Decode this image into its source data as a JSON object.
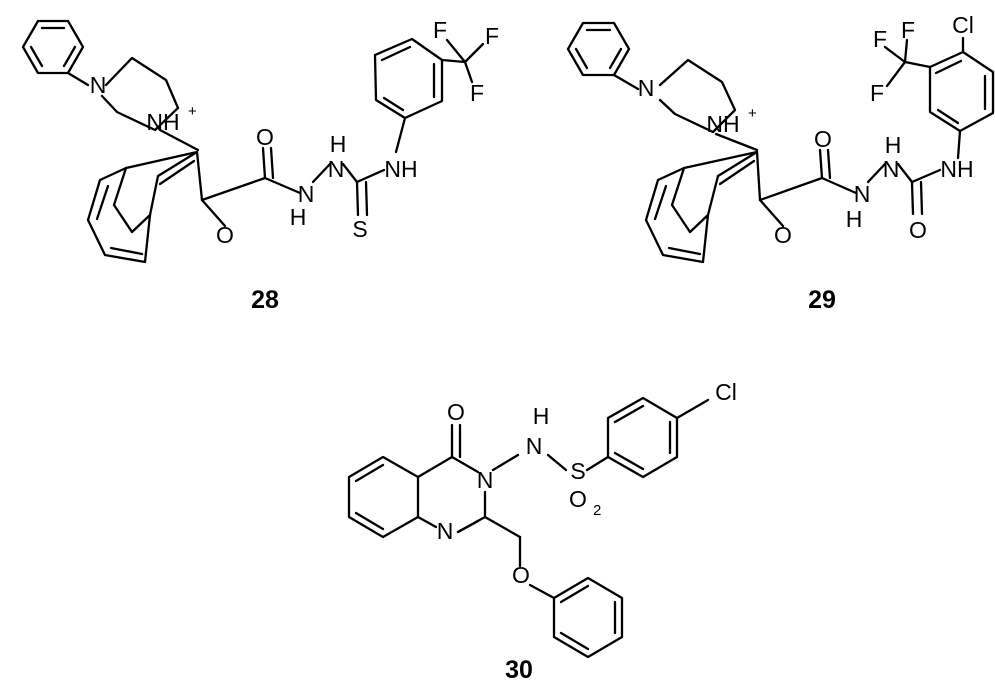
{
  "compounds": [
    {
      "id": "28",
      "atoms": {
        "pip_n1": "N",
        "pip_n2": "NH",
        "pip_charge": "+",
        "amide_o": "O",
        "hz_nh1_h": "H",
        "hz_nh1_n": "N",
        "hz_nh2_n": "N",
        "hz_nh2_h": "H",
        "thio_s": "S",
        "aryl_nh": "NH",
        "cf3_f1": "F",
        "cf3_f2": "F",
        "cf3_f3": "F",
        "furan_o": "O"
      }
    },
    {
      "id": "29",
      "atoms": {
        "pip_n1": "N",
        "pip_n2": "NH",
        "pip_charge": "+",
        "amide_o": "O",
        "hz_nh1_h": "H",
        "hz_nh1_n": "N",
        "hz_nh2_n": "N",
        "hz_nh2_h": "H",
        "urea_o": "O",
        "aryl_nh": "NH",
        "cf3_f1": "F",
        "cf3_f2": "F",
        "cf3_f3": "F",
        "aryl_cl": "Cl",
        "furan_o": "O"
      }
    },
    {
      "id": "30",
      "atoms": {
        "carbonyl_o": "O",
        "ring_n3": "N",
        "ring_n1": "N",
        "sulf_h": "H",
        "sulf_n": "N",
        "sulf_s": "S",
        "sulf_o2": "O",
        "sulf_o2_sub": "2",
        "aryl_cl": "Cl",
        "ether_o": "O"
      }
    }
  ]
}
